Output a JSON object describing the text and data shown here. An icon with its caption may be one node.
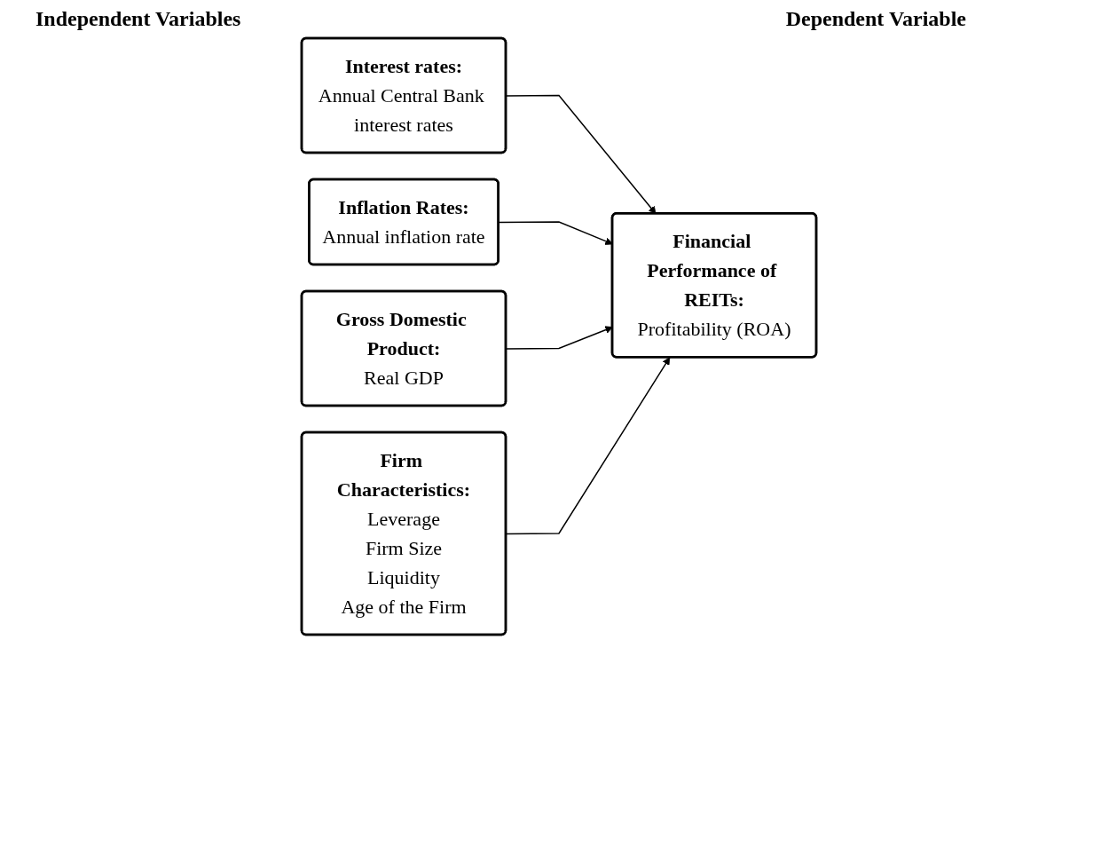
{
  "diagram": {
    "nodes": [
      {
        "text": [
          "Interest rates:",
          "Annual Central Bank interest rates"
        ]
      },
      {
        "text": [
          "Inflation Rates:",
          "Annual inflation rate"
        ]
      },
      {
        "text": [
          "Gross Domestic Product:",
          "Real GDP"
        ]
      },
      {
        "text": [
          "Firm Characteristics:",
          "Leverage",
          "Firm Size",
          "Liquidity",
          "Age of the Firm"
        ]
      },
      {
        "text": [
          "Financial Performance of REITs:",
          "Profitability (ROA)"
        ]
      }
    ],
    "edges": [
      {
        "from": 0,
        "to": 4,
        "arrow": "to"
      },
      {
        "from": 1,
        "to": 4,
        "arrow": "to"
      },
      {
        "from": 2,
        "to": 4,
        "arrow": "to"
      },
      {
        "from": 3,
        "to": 4,
        "arrow": "to"
      }
    ],
    "labels": [
      "Independent Variables",
      "Dependent Variable"
    ]
  }
}
